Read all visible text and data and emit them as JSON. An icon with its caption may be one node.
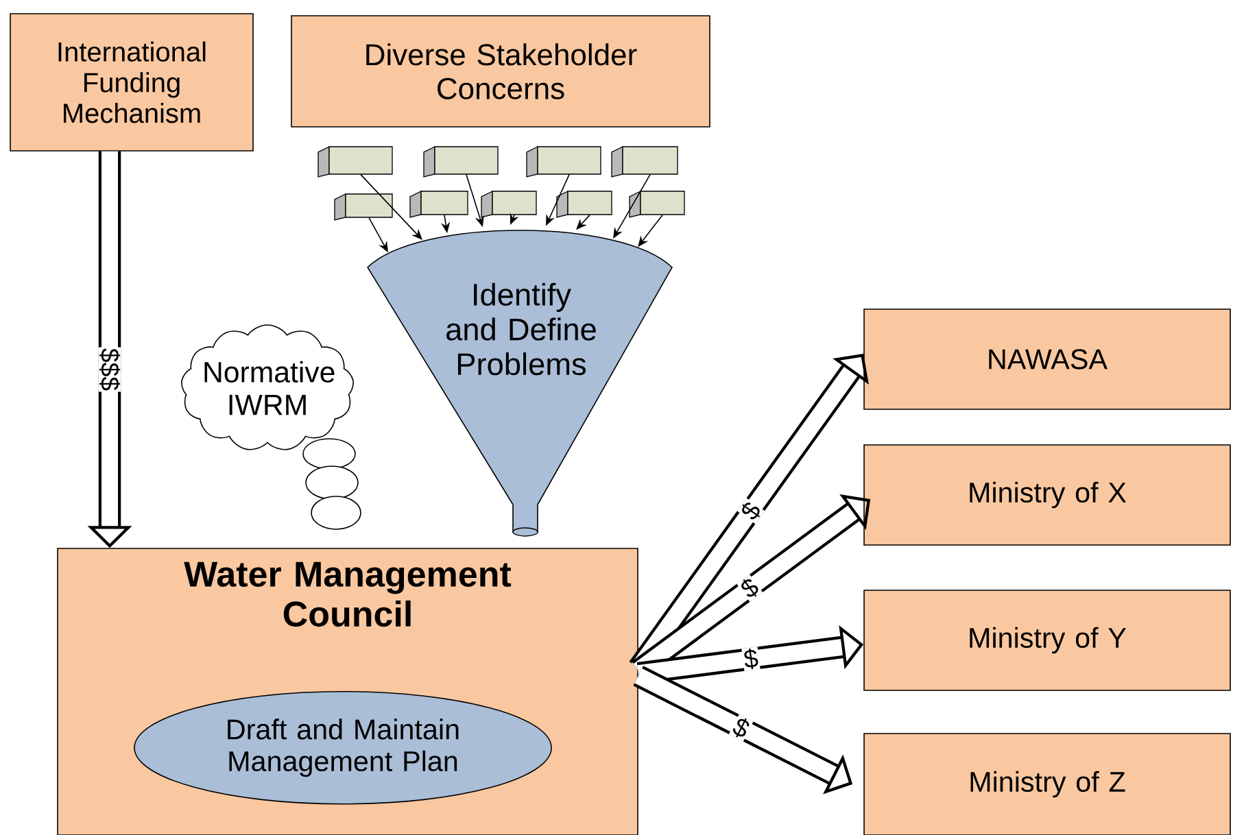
{
  "diagram": {
    "nodes": [
      {
        "text": [
          "International Funding Mechanism"
        ]
      },
      {
        "text": [
          "Diverse Stakeholder Concerns"
        ]
      },
      {
        "text": [],
        "shape": "box"
      },
      {
        "text": [],
        "shape": "box"
      },
      {
        "text": [],
        "shape": "box"
      },
      {
        "text": [],
        "shape": "box"
      },
      {
        "text": [],
        "shape": "box"
      },
      {
        "text": [],
        "shape": "box"
      },
      {
        "text": [],
        "shape": "box"
      },
      {
        "text": [],
        "shape": "box"
      },
      {
        "text": [],
        "shape": "box"
      },
      {
        "text": [
          "Identify and Define Problems"
        ]
      },
      {
        "text": [
          "Normative IWRM"
        ]
      },
      {
        "text": [
          "Water Management Council"
        ]
      },
      {
        "text": [
          "Draft and Maintain Management Plan"
        ],
        "in": 13
      },
      {
        "text": [
          "NAWASA"
        ]
      },
      {
        "text": [
          "Ministry of X"
        ]
      },
      {
        "text": [
          "Ministry of Y"
        ]
      },
      {
        "text": [
          "Ministry of Z"
        ]
      }
    ],
    "edges": [
      {
        "from": 0,
        "to": 13,
        "arrow": "to",
        "label": "$$$",
        "style": "thick"
      },
      {
        "from": 2,
        "to": 11,
        "arrow": "to"
      },
      {
        "from": 3,
        "to": 11,
        "arrow": "to"
      },
      {
        "from": 4,
        "to": 11,
        "arrow": "to"
      },
      {
        "from": 5,
        "to": 11,
        "arrow": "to"
      },
      {
        "from": 6,
        "to": 11,
        "arrow": "to"
      },
      {
        "from": 7,
        "to": 11,
        "arrow": "to"
      },
      {
        "from": 8,
        "to": 11,
        "arrow": "to"
      },
      {
        "from": 9,
        "to": 11,
        "arrow": "to"
      },
      {
        "from": 10,
        "to": 11,
        "arrow": "to"
      },
      {
        "from": 13,
        "to": 15,
        "arrow": "to",
        "label": "$",
        "style": "thick"
      },
      {
        "from": 13,
        "to": 16,
        "arrow": "to",
        "label": "$",
        "style": "thick"
      },
      {
        "from": 13,
        "to": 17,
        "arrow": "to",
        "label": "$",
        "style": "thick"
      },
      {
        "from": 13,
        "to": 18,
        "arrow": "to",
        "label": "$",
        "style": "thick"
      }
    ]
  }
}
